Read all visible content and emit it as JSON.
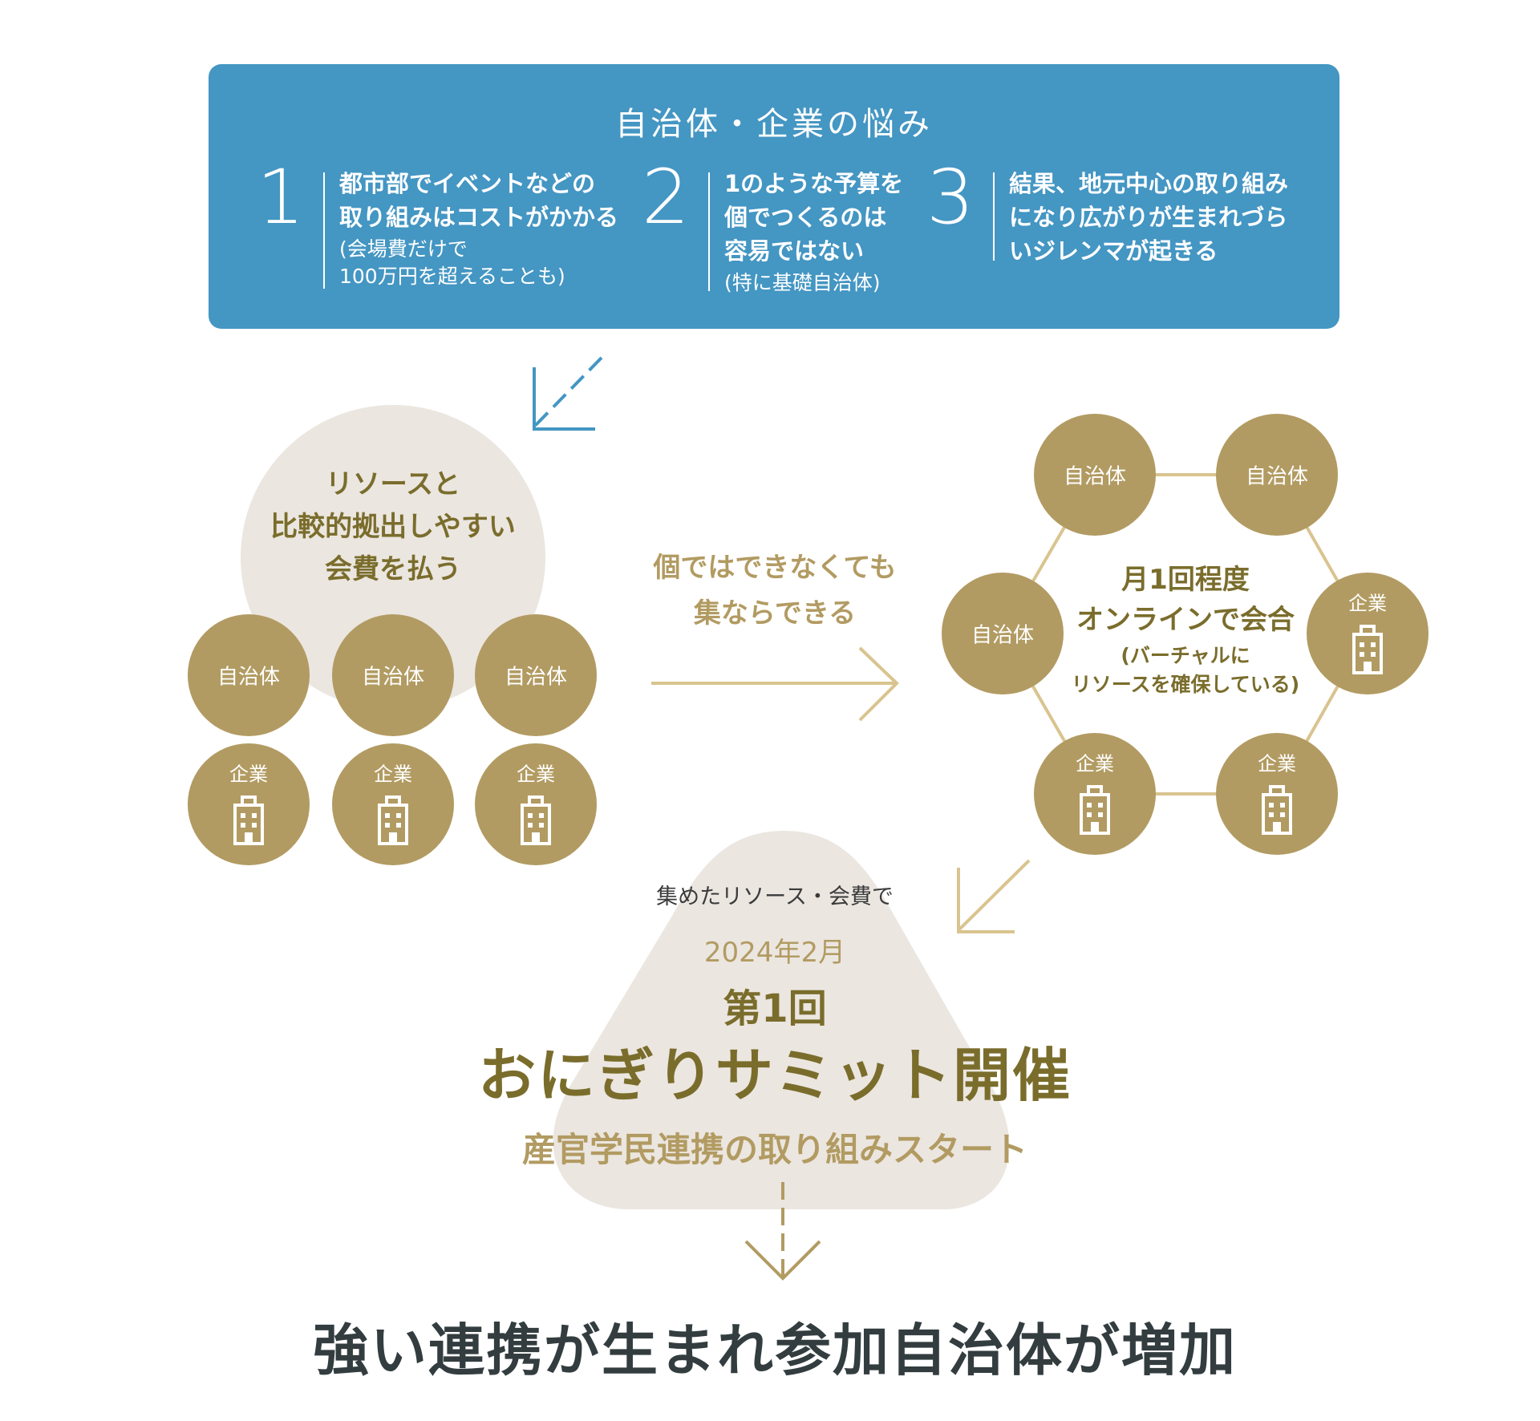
{
  "problems": {
    "title": "自治体・企業の悩み",
    "items": [
      {
        "num": "1",
        "line1": "都市部でイベントなどの",
        "line2": "取り組みはコストがかかる",
        "note1": "(会場費だけで",
        "note2": "100万円を超えることも)"
      },
      {
        "num": "2",
        "line1": "1のような予算を",
        "line2": "個でつくるのは",
        "line3": "容易ではない",
        "note1": "(特に基礎自治体)"
      },
      {
        "num": "3",
        "line1": "結果、地元中心の取り組み",
        "line2": "になり広がりが生まれづら",
        "line3": "いジレンマが起きる"
      }
    ]
  },
  "left_cluster": {
    "bubble_line1": "リソースと",
    "bubble_line2": "比較的拠出しやすい",
    "bubble_line3": "会費を払う",
    "municipality": "自治体",
    "company": "企業"
  },
  "middle": {
    "line1": "個ではできなくても",
    "line2": "集ならできる"
  },
  "ring": {
    "center_line1": "月1回程度",
    "center_line2": "オンラインで会合",
    "note1": "(バーチャルに",
    "note2": "リソースを確保している)",
    "municipality": "自治体",
    "company": "企業"
  },
  "summit": {
    "lead": "集めたリソース・会費で",
    "date": "2024年2月",
    "edition": "第1回",
    "title": "おにぎりサミット開催",
    "subtitle": "産官学民連携の取り組みスタート"
  },
  "result": {
    "text": "強い連携が生まれ参加自治体が増加"
  },
  "colors": {
    "problem_box": "#4496c3",
    "gold": "#b29b62",
    "olive": "#7a6d2c",
    "beige": "#ebe6e0",
    "dark_text": "#333d3f"
  }
}
